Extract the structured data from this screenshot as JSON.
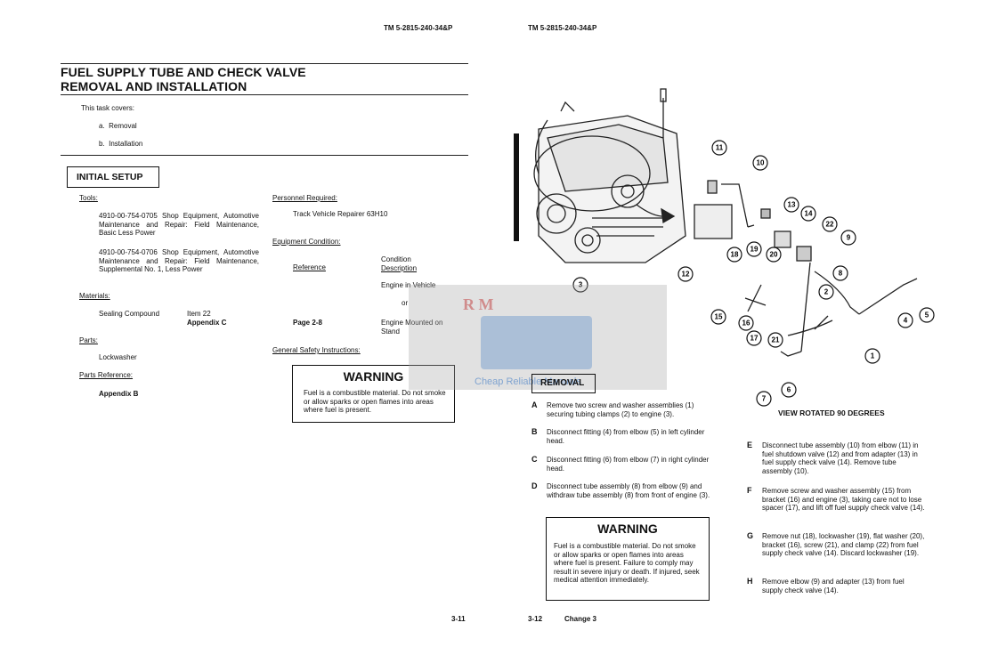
{
  "header": {
    "left_tm": "TM 5-2815-240-34&P",
    "right_tm": "TM 5-2815-240-34&P"
  },
  "left_page": {
    "title_line1": "FUEL SUPPLY TUBE AND CHECK VALVE",
    "title_line2": "REMOVAL AND INSTALLATION",
    "task_intro": "This task covers:",
    "tasks": [
      {
        "letter": "a.",
        "label": "Removal"
      },
      {
        "letter": "b.",
        "label": "Installation"
      }
    ],
    "setup_heading": "INITIAL SETUP",
    "tools_label": "Tools:",
    "tool1": "4910-00-754-0705 Shop Equipment, Automotive Maintenance and Repair: Field Maintenance, Basic Less Power",
    "tool2": "4910-00-754-0706 Shop Equipment, Automotive Maintenance and Repair: Field Maintenance, Supplemental No. 1, Less Power",
    "materials_label": "Materials:",
    "material_name": "Sealing Compound",
    "material_item": "Item 22",
    "material_ref": "Appendix C",
    "material_page": "Page 2-8",
    "parts_label": "Parts:",
    "part1": "Lockwasher",
    "parts_ref_label": "Parts Reference:",
    "parts_ref": "Appendix B",
    "personnel_label": "Personnel Required:",
    "personnel": "Track Vehicle Repairer 63H10",
    "equipment_label": "Equipment Condition:",
    "ref_col": "Reference",
    "cond_col1": "Condition",
    "cond_col2": "Description",
    "cond1": "Engine in Vehicle",
    "cond_or": "or",
    "cond2": "Engine Mounted on Stand",
    "safety_label": "General Safety Instructions:",
    "warning_title": "WARNING",
    "warning_text": "Fuel is a combustible material. Do not smoke or allow sparks or open flames into areas where fuel is present.",
    "page_number": "3-11"
  },
  "right_page": {
    "view_caption": "VIEW ROTATED 90 DEGREES",
    "removal_heading": "REMOVAL",
    "steps_left": [
      {
        "letter": "A",
        "text": "Remove two screw and washer assemblies (1) securing tubing clamps (2) to engine (3)."
      },
      {
        "letter": "B",
        "text": "Disconnect fitting (4) from elbow (5) in left cylinder head."
      },
      {
        "letter": "C",
        "text": "Disconnect fitting (6) from elbow (7) in right cylinder head."
      },
      {
        "letter": "D",
        "text": "Disconnect tube assembly (8) from elbow (9) and withdraw tube assembly (8) from front of engine (3)."
      }
    ],
    "steps_right": [
      {
        "letter": "E",
        "text": "Disconnect tube assembly (10) from elbow (11) in fuel shutdown valve (12) and from adapter (13) in fuel supply check valve (14). Remove tube assembly (10)."
      },
      {
        "letter": "F",
        "text": "Remove screw and washer assembly (15) from bracket (16) and engine (3), taking care not to lose spacer (17), and lift off fuel supply check valve (14)."
      },
      {
        "letter": "G",
        "text": "Remove nut (18), lockwasher (19), flat washer (20), bracket (16), screw (21), and clamp (22) from fuel supply check valve (14). Discard lockwasher (19)."
      },
      {
        "letter": "H",
        "text": "Remove elbow (9) and adapter (13) from fuel supply check valve (14)."
      }
    ],
    "warning_title": "WARNING",
    "warning_text": "Fuel is a combustible material. Do not smoke or allow sparks or open flames into areas where fuel is present. Failure to comply may result in severe injury or death. If injured, seek medical attention immediately.",
    "page_number": "3-12",
    "change": "Change 3"
  },
  "watermark": {
    "letters": "R M",
    "text": "Cheap Reliable Manuals"
  },
  "callouts": [
    "1",
    "2",
    "3",
    "4",
    "5",
    "6",
    "7",
    "8",
    "9",
    "10",
    "11",
    "12",
    "13",
    "14",
    "15",
    "16",
    "17",
    "18",
    "19",
    "20",
    "21",
    "22"
  ]
}
